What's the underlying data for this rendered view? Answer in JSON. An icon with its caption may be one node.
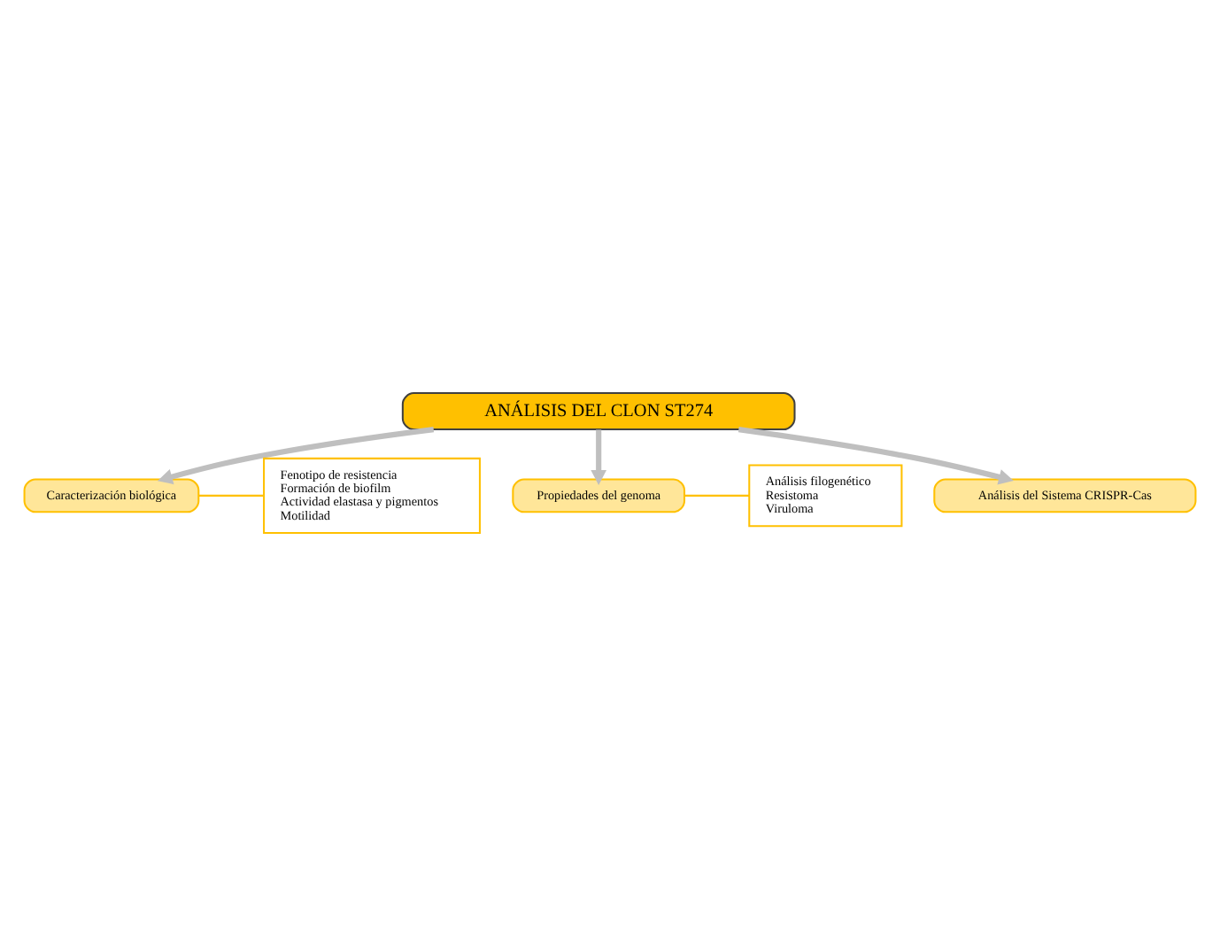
{
  "diagram": {
    "nodes": [
      {
        "text": [
          "ANÁLISIS DEL CLON ST274"
        ]
      },
      {
        "text": [
          "Caracterización biológica"
        ],
        "beside": [
          "Fenotipo de resistencia",
          "Formación de biofilm",
          "Actividad elastasa y pigmentos",
          "Motilidad"
        ]
      },
      {
        "text": [
          "Propiedades del genoma"
        ],
        "beside": [
          "Análisis filogenético",
          "Resistoma",
          "Viruloma"
        ]
      },
      {
        "text": [
          "Análisis del Sistema CRISPR-Cas"
        ]
      }
    ],
    "edges": [
      {
        "from": 0,
        "to": 1,
        "arrow": "to"
      },
      {
        "from": 0,
        "to": 2,
        "arrow": "to"
      },
      {
        "from": 0,
        "to": 3,
        "arrow": "to"
      }
    ]
  }
}
